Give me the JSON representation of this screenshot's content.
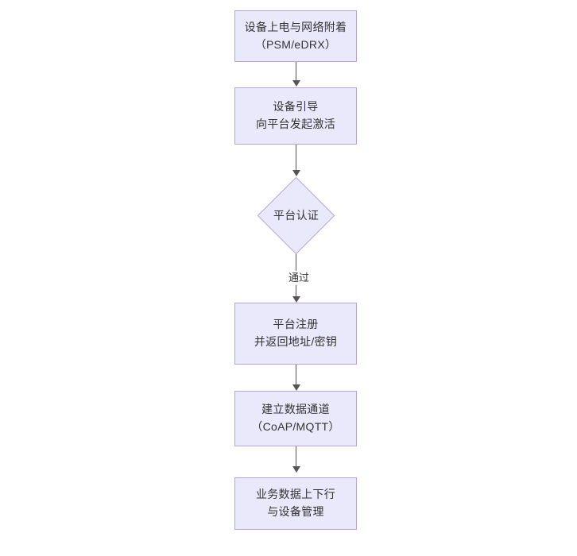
{
  "diagram": {
    "type": "flowchart",
    "orientation": "top-to-bottom",
    "colors": {
      "node_fill": "#eae8fb",
      "node_border": "#b8a3de",
      "text": "#333333",
      "connector": "#555555",
      "background": "#ffffff"
    },
    "nodes": [
      {
        "id": "power-on",
        "shape": "rectangle",
        "lines": [
          "设备上电与网络附着",
          "（PSM/eDRX）"
        ]
      },
      {
        "id": "bootstrap",
        "shape": "rectangle",
        "lines": [
          "设备引导",
          "向平台发起激活"
        ]
      },
      {
        "id": "platform-auth",
        "shape": "diamond",
        "lines": [
          "平台认证"
        ]
      },
      {
        "id": "platform-register",
        "shape": "rectangle",
        "lines": [
          "平台注册",
          "并返回地址/密钥"
        ]
      },
      {
        "id": "data-channel",
        "shape": "rectangle",
        "lines": [
          "建立数据通道",
          "（CoAP/MQTT）"
        ]
      },
      {
        "id": "business-data",
        "shape": "rectangle",
        "lines": [
          "业务数据上下行",
          "与设备管理"
        ]
      }
    ],
    "edges": [
      {
        "id": "e1",
        "from": "power-on",
        "to": "bootstrap",
        "label": ""
      },
      {
        "id": "e2",
        "from": "bootstrap",
        "to": "platform-auth",
        "label": ""
      },
      {
        "id": "e3",
        "from": "platform-auth",
        "to": "platform-register",
        "label": "通过"
      },
      {
        "id": "e4",
        "from": "platform-register",
        "to": "data-channel",
        "label": ""
      },
      {
        "id": "e5",
        "from": "data-channel",
        "to": "business-data",
        "label": ""
      }
    ]
  }
}
